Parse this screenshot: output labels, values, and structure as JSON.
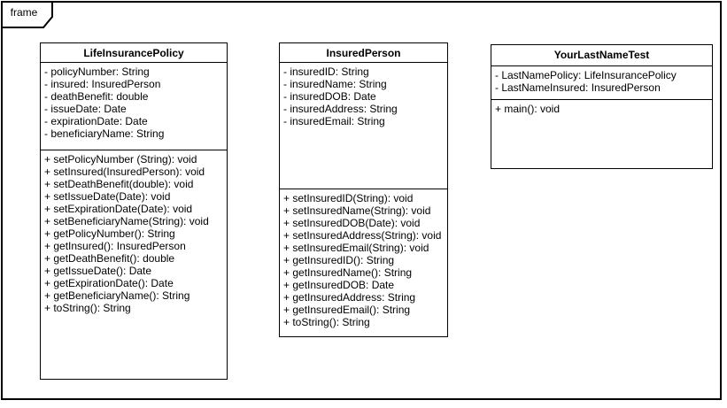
{
  "frame": {
    "label": "frame"
  },
  "colors": {
    "stroke": "#000000",
    "fill": "#ffffff",
    "text": "#000000"
  },
  "classes": [
    {
      "name": "LifeInsurancePolicy",
      "attributes": [
        "- policyNumber: String",
        "- insured: InsuredPerson",
        "- deathBenefit: double",
        "- issueDate: Date",
        "- expirationDate: Date",
        "- beneficiaryName: String"
      ],
      "methods": [
        "+ setPolicyNumber (String): void",
        "+ setInsured(InsuredPerson): void",
        "+ setDeathBenefit(double): void",
        "+ setIssueDate(Date): void",
        "+ setExpirationDate(Date): void",
        "+ setBeneficiaryName(String): void",
        "+ getPolicyNumber(): String",
        "+ getInsured(): InsuredPerson",
        "+ getDeathBenefit(): double",
        "+ getIssueDate(): Date",
        "+ getExpirationDate(): Date",
        "+ getBeneficiaryName(): String",
        "+ toString(): String"
      ]
    },
    {
      "name": "InsuredPerson",
      "attributes": [
        "- insuredID: String",
        "- insuredName: String",
        "- insuredDOB: Date",
        "- insuredAddress: String",
        "- insuredEmail: String"
      ],
      "methods": [
        "+ setInsuredID(String): void",
        "+ setInsuredName(String): void",
        "+ setInsuredDOB(Date): void",
        "+ setInsuredAddress(String): void",
        "+ setInsuredEmail(String): void",
        "+ getInsuredID(): String",
        "+ getInsuredName(): String",
        "+ getInsuredDOB: Date",
        "+ getInsuredAddress: String",
        "+ getInsuredEmail(): String",
        "+ toString(): String"
      ]
    },
    {
      "name": "YourLastNameTest",
      "attributes": [
        "- LastNamePolicy: LifeInsurancePolicy",
        "- LastNameInsured: InsuredPerson"
      ],
      "methods": [
        "+ main(): void"
      ]
    }
  ]
}
